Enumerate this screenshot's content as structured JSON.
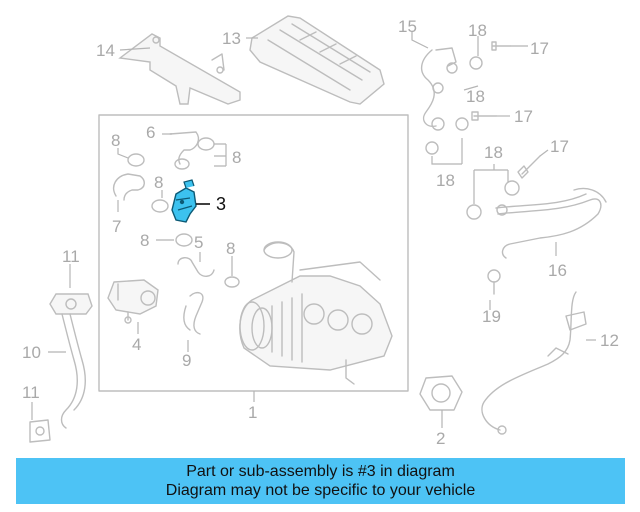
{
  "callouts": [
    {
      "id": "c1",
      "text": "1"
    },
    {
      "id": "c2",
      "text": "2"
    },
    {
      "id": "c3",
      "text": "3"
    },
    {
      "id": "c4",
      "text": "4"
    },
    {
      "id": "c5",
      "text": "5"
    },
    {
      "id": "c6",
      "text": "6"
    },
    {
      "id": "c7",
      "text": "7"
    },
    {
      "id": "c8a",
      "text": "8"
    },
    {
      "id": "c8b",
      "text": "8"
    },
    {
      "id": "c8c",
      "text": "8"
    },
    {
      "id": "c8d",
      "text": "8"
    },
    {
      "id": "c8e",
      "text": "8"
    },
    {
      "id": "c9",
      "text": "9"
    },
    {
      "id": "c10",
      "text": "10"
    },
    {
      "id": "c11a",
      "text": "11"
    },
    {
      "id": "c11b",
      "text": "11"
    },
    {
      "id": "c12",
      "text": "12"
    },
    {
      "id": "c13",
      "text": "13"
    },
    {
      "id": "c14",
      "text": "14"
    },
    {
      "id": "c15",
      "text": "15"
    },
    {
      "id": "c16",
      "text": "16"
    },
    {
      "id": "c17a",
      "text": "17"
    },
    {
      "id": "c17b",
      "text": "17"
    },
    {
      "id": "c17c",
      "text": "17"
    },
    {
      "id": "c18a",
      "text": "18"
    },
    {
      "id": "c18b",
      "text": "18"
    },
    {
      "id": "c18c",
      "text": "18"
    },
    {
      "id": "c18d",
      "text": "18"
    },
    {
      "id": "c19",
      "text": "19"
    }
  ],
  "highlighted_part": "3",
  "colors": {
    "banner_background": "#4dc3f5",
    "highlight_part": "#3cc2ef",
    "diagram_lines": "#bdbdbd",
    "callout_text": "#a9a9a9"
  },
  "banner": {
    "line1": "Part or sub-assembly is #3 in diagram",
    "line2": "Diagram may not be specific to your vehicle"
  }
}
